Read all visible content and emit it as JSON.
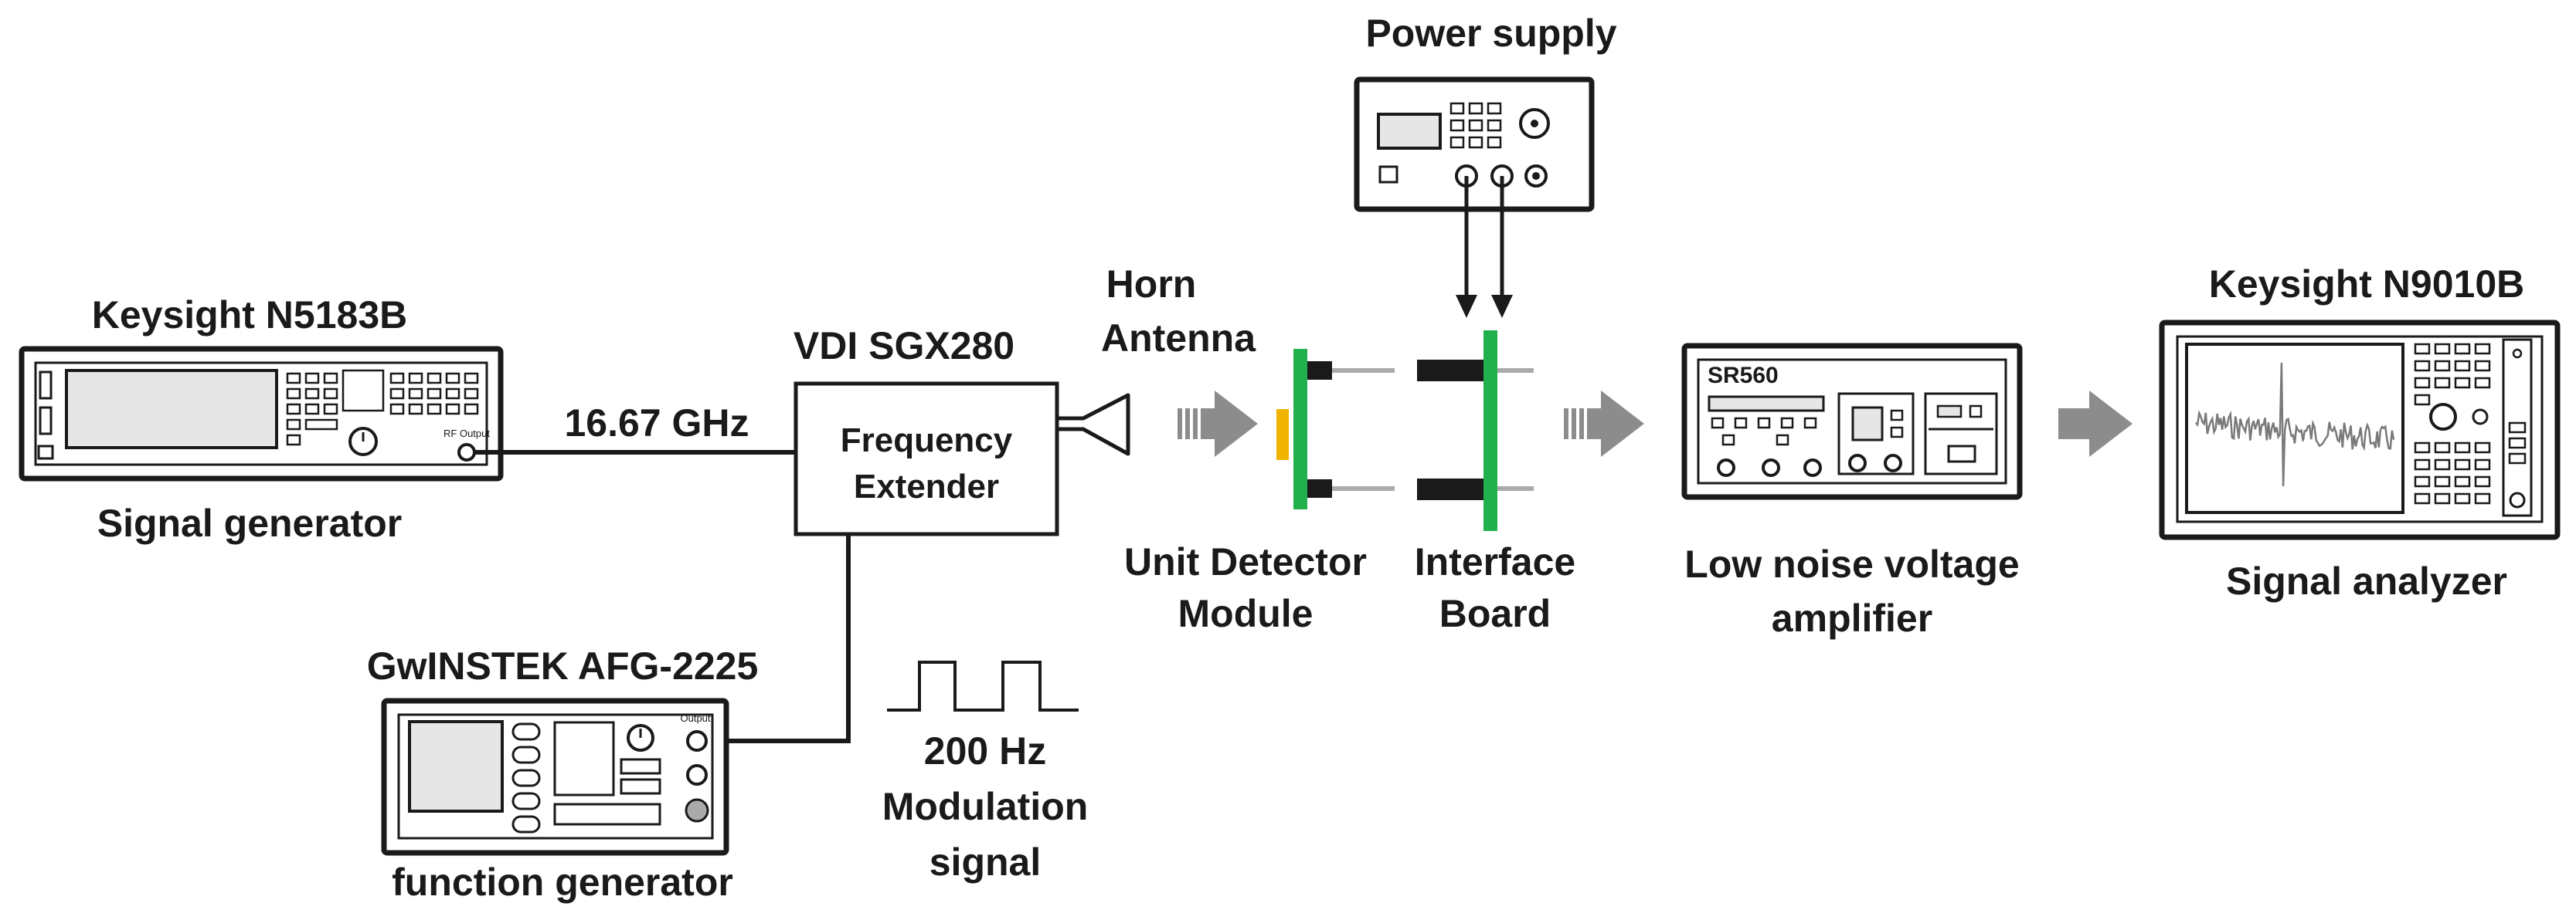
{
  "diagram": {
    "signal_generator": {
      "model": "Keysight N5183B",
      "caption": "Signal generator",
      "port_label": "RF Output"
    },
    "frequency_label": "16.67 GHz",
    "extender": {
      "model": "VDI SGX280",
      "line1": "Frequency",
      "line2": "Extender"
    },
    "horn": {
      "line1": "Horn",
      "line2": "Antenna"
    },
    "function_generator": {
      "model": "GwINSTEK AFG-2225",
      "caption": "function generator",
      "port_label": "Output"
    },
    "modulation": {
      "line1": "200 Hz",
      "line2": "Modulation",
      "line3": "signal"
    },
    "power_supply": {
      "title": "Power supply"
    },
    "detector": {
      "line1": "Unit Detector",
      "line2": "Module"
    },
    "interface_board": {
      "line1": "Interface",
      "line2": "Board"
    },
    "amplifier": {
      "panel_label": "SR560",
      "line1": "Low noise voltage",
      "line2": "amplifier"
    },
    "analyzer": {
      "model": "Keysight N9010B",
      "caption": "Signal analyzer"
    }
  },
  "colors": {
    "ink": "#1a1a1a",
    "board_green": "#22b04c",
    "detector_yellow": "#f0b400",
    "arrow_gray": "#8c8c8c",
    "panel_gray": "#e6e6e6"
  }
}
